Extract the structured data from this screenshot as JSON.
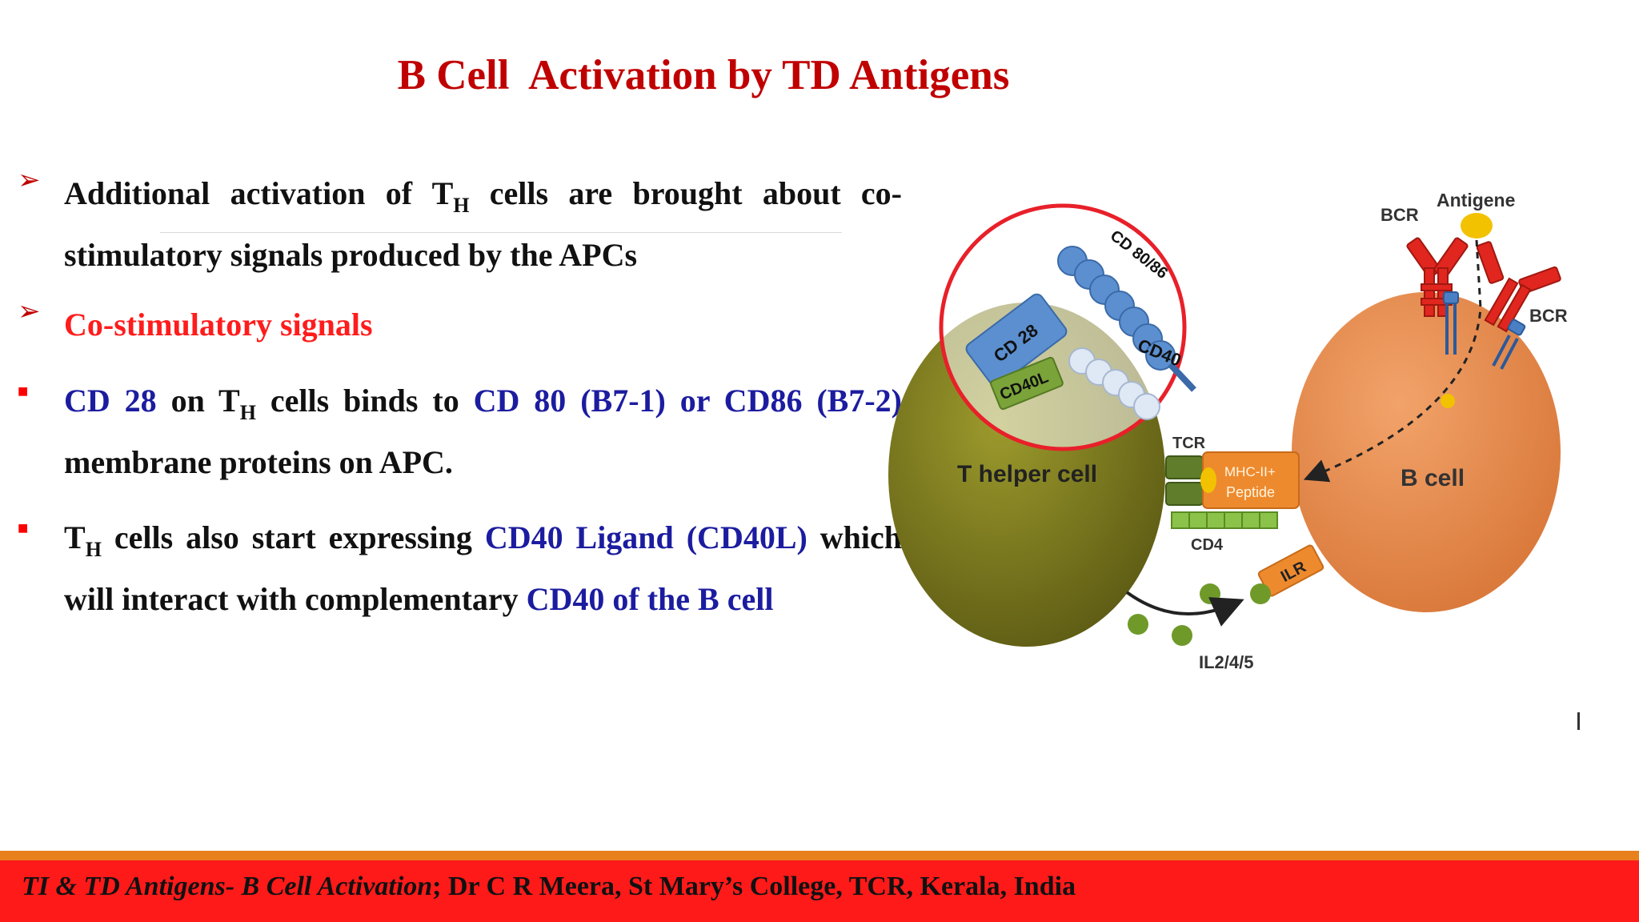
{
  "slide": {
    "title": "B Cell  Activation by TD Antigens"
  },
  "bullets": [
    {
      "marker": "arrow",
      "segments": [
        {
          "text": "Additional activation of T",
          "style": "plain"
        },
        {
          "text": "H",
          "style": "sub"
        },
        {
          "text": " cells are brought about co-stimulatory signals produced by the APCs",
          "style": "plain"
        }
      ]
    },
    {
      "marker": "arrow",
      "segments": [
        {
          "text": "Co-stimulatory signals",
          "style": "red"
        }
      ]
    },
    {
      "marker": "square",
      "segments": [
        {
          "text": "CD 28",
          "style": "blue"
        },
        {
          "text": " on T",
          "style": "plain"
        },
        {
          "text": "H",
          "style": "sub"
        },
        {
          "text": " cells binds to ",
          "style": "plain"
        },
        {
          "text": "CD 80 (B7-1) or CD86 (B7-2)",
          "style": "blue"
        },
        {
          "text": " membrane proteins on APC.",
          "style": "plain"
        }
      ]
    },
    {
      "marker": "square",
      "segments": [
        {
          "text": "T",
          "style": "plain"
        },
        {
          "text": "H",
          "style": "sub"
        },
        {
          "text": " cells also start expressing ",
          "style": "plain"
        },
        {
          "text": "CD40 Ligand (CD40L)",
          "style": "blue"
        },
        {
          "text": " which will interact with complementary ",
          "style": "plain"
        },
        {
          "text": "CD40 of the B cell",
          "style": "blue"
        }
      ]
    }
  ],
  "diagram": {
    "t_helper_label": "T helper cell",
    "b_cell_label": "B cell",
    "cd28_label": "CD 28",
    "cd8086_label": "CD 80/86",
    "cd40l_label": "CD40L",
    "cd40_label": "CD40",
    "tcr_label": "TCR",
    "mhc_label_line1": "MHC-II+",
    "mhc_label_line2": "Peptide",
    "cd4_label": "CD4",
    "ilr_label": "ILR",
    "il_label": "IL2/4/5",
    "bcr_left_label": "BCR",
    "bcr_right_label": "BCR",
    "antigene_label": "Antigene",
    "colors": {
      "t_helper": "#7d7a1e",
      "b_cell": "#e38a4a",
      "cd28": "#5b8fcf",
      "cd40l": "#7aa33a",
      "highlight_circle": "#e8202a",
      "bcr": "#e0261e",
      "antigen": "#f2c200",
      "mhc": "#ee8a2e"
    }
  },
  "footer": {
    "italic_part": "TI & TD Antigens- B Cell Activation",
    "rest": "; Dr C R Meera, St Mary’s College, TCR, Kerala, India"
  }
}
